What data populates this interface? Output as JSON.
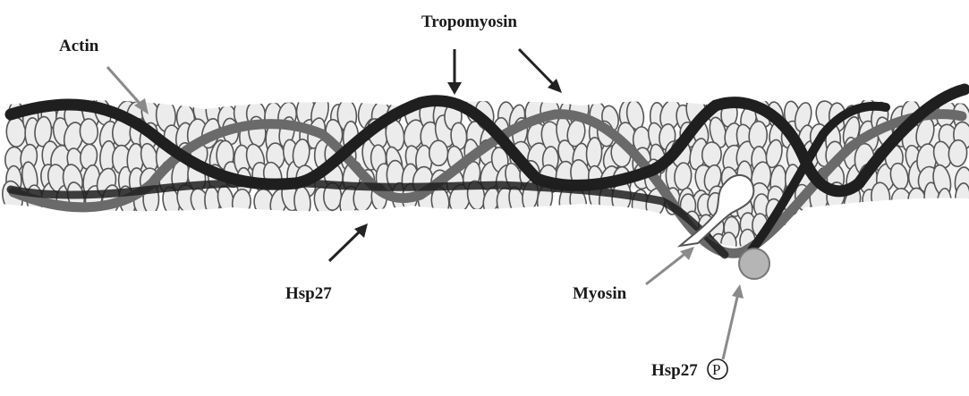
{
  "labels": {
    "actin": "Actin",
    "tropomyosin": "Tropomyosin",
    "hsp27": "Hsp27",
    "myosin": "Myosin",
    "hsp27_phospho": "Hsp27",
    "phospho_symbol": "P"
  },
  "colors": {
    "tropomyosin_strand": "#1f1f1f",
    "hsp27_strand": "#6a6a6a",
    "actin_fill": "#ececec",
    "actin_stroke": "#555555",
    "phospho_ball": "#b5b5b5",
    "arrow_dark": "#222222",
    "arrow_gray": "#8a8a8a"
  }
}
